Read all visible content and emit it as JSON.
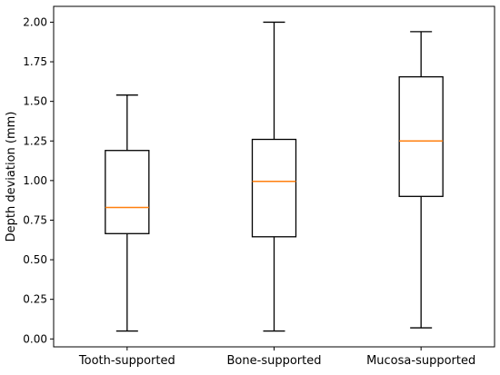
{
  "chart_data": {
    "type": "box",
    "title": "",
    "xlabel": "",
    "ylabel": "Depth deviation (mm)",
    "ylim": [
      -0.05,
      2.1
    ],
    "yticks": [
      0.0,
      0.25,
      0.5,
      0.75,
      1.0,
      1.25,
      1.5,
      1.75,
      2.0
    ],
    "ytick_labels": [
      "0.00",
      "0.25",
      "0.50",
      "0.75",
      "1.00",
      "1.25",
      "1.50",
      "1.75",
      "2.00"
    ],
    "grid": false,
    "categories": [
      "Tooth-supported",
      "Bone-supported",
      "Mucosa-supported"
    ],
    "boxes": [
      {
        "label": "Tooth-supported",
        "whisker_low": 0.05,
        "q1": 0.665,
        "median": 0.83,
        "q3": 1.19,
        "whisker_high": 1.54
      },
      {
        "label": "Bone-supported",
        "whisker_low": 0.05,
        "q1": 0.645,
        "median": 0.995,
        "q3": 1.26,
        "whisker_high": 2.0
      },
      {
        "label": "Mucosa-supported",
        "whisker_low": 0.07,
        "q1": 0.9,
        "median": 1.25,
        "q3": 1.655,
        "whisker_high": 1.94
      }
    ],
    "colors": {
      "box": "#000000",
      "median": "#ff7f0e"
    }
  }
}
